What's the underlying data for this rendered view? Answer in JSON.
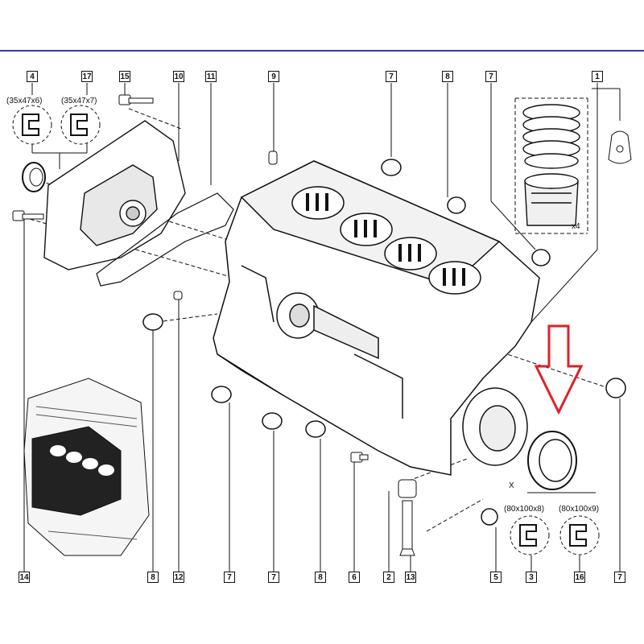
{
  "colors": {
    "accent_arrow": "#e0202a",
    "header_line": "#3a3a8a",
    "line": "#111111"
  },
  "callouts_top": [
    {
      "id": "c4",
      "label": "4"
    },
    {
      "id": "c17",
      "label": "17"
    },
    {
      "id": "c15",
      "label": "15"
    },
    {
      "id": "c10",
      "label": "10"
    },
    {
      "id": "c11",
      "label": "11"
    },
    {
      "id": "c9",
      "label": "9"
    },
    {
      "id": "c7a",
      "label": "7"
    },
    {
      "id": "c8a",
      "label": "8"
    },
    {
      "id": "c7b",
      "label": "7"
    },
    {
      "id": "c1",
      "label": "1"
    }
  ],
  "callouts_bottom": [
    {
      "id": "c14",
      "label": "14"
    },
    {
      "id": "c8b",
      "label": "8"
    },
    {
      "id": "c12",
      "label": "12"
    },
    {
      "id": "c7c",
      "label": "7"
    },
    {
      "id": "c7d",
      "label": "7"
    },
    {
      "id": "c8c",
      "label": "8"
    },
    {
      "id": "c6",
      "label": "6"
    },
    {
      "id": "c2",
      "label": "2"
    },
    {
      "id": "c13",
      "label": "13"
    },
    {
      "id": "c5",
      "label": "5"
    },
    {
      "id": "c3",
      "label": "3"
    },
    {
      "id": "c16",
      "label": "16"
    },
    {
      "id": "c7e",
      "label": "7"
    }
  ],
  "dimensions": {
    "seal4": "(35x47x6)",
    "seal17": "(35x47x7)",
    "seal3": "(80x100x8)",
    "seal16": "(80x100x9)"
  },
  "marks": {
    "x4": "x4",
    "x_label": "X"
  },
  "icons": [
    "gear-icon"
  ]
}
